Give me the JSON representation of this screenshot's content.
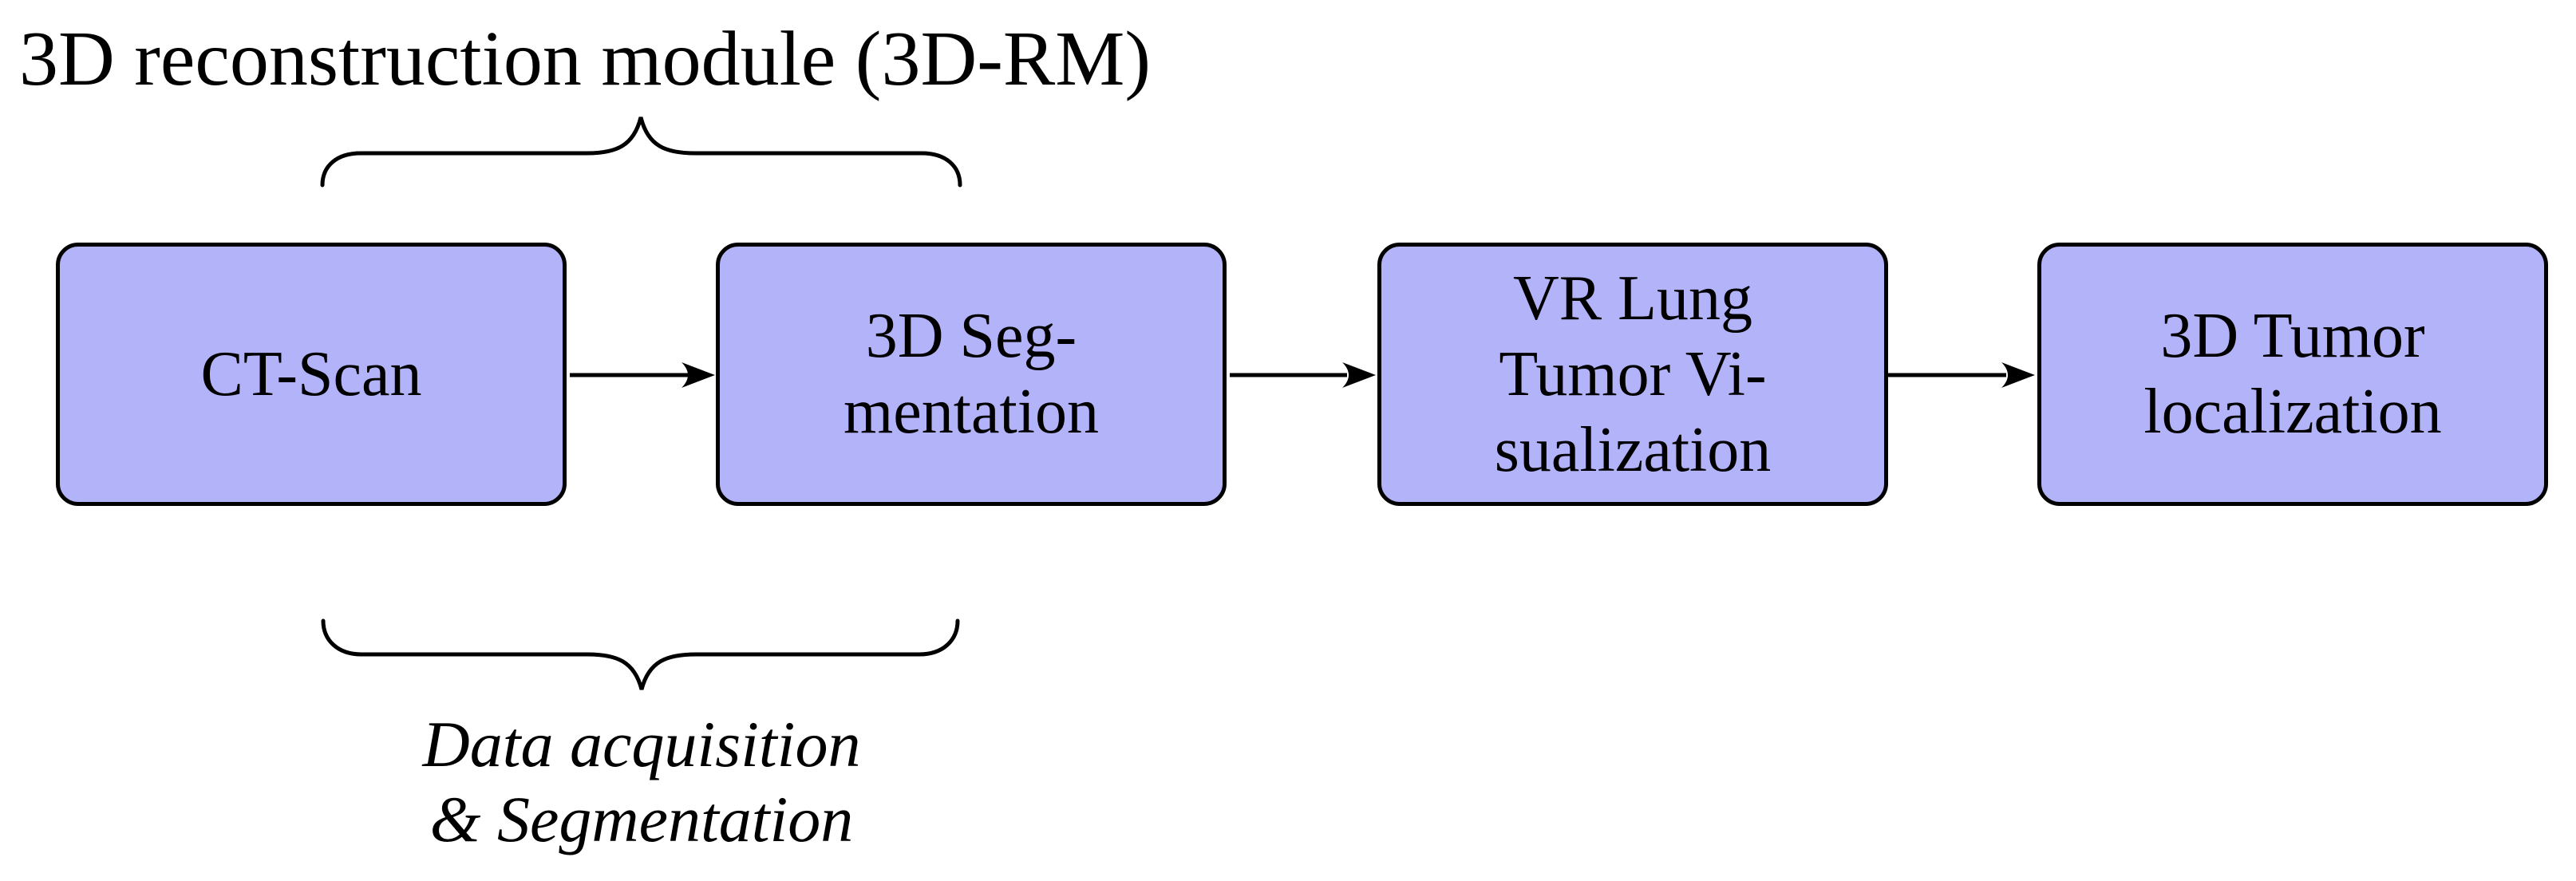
{
  "title": "3D reconstruction module (3D-RM)",
  "boxes": [
    {
      "id": "ct-scan",
      "lines": [
        "CT-Scan"
      ]
    },
    {
      "id": "3d-segmentation",
      "lines": [
        "3D Seg-",
        "mentation"
      ]
    },
    {
      "id": "vr-lung-tumor-visualization",
      "lines": [
        "VR Lung",
        "Tumor Vi-",
        "sualization"
      ]
    },
    {
      "id": "3d-tumor-localization",
      "lines": [
        "3D Tumor",
        "localization"
      ]
    }
  ],
  "caption": {
    "line1": "Data acquisition",
    "line2": "& Segmentation"
  },
  "colors": {
    "background": "#ffffff",
    "box_fill": "#b3b3fa",
    "box_border": "#000000",
    "line": "#000000",
    "text": "#000000"
  }
}
